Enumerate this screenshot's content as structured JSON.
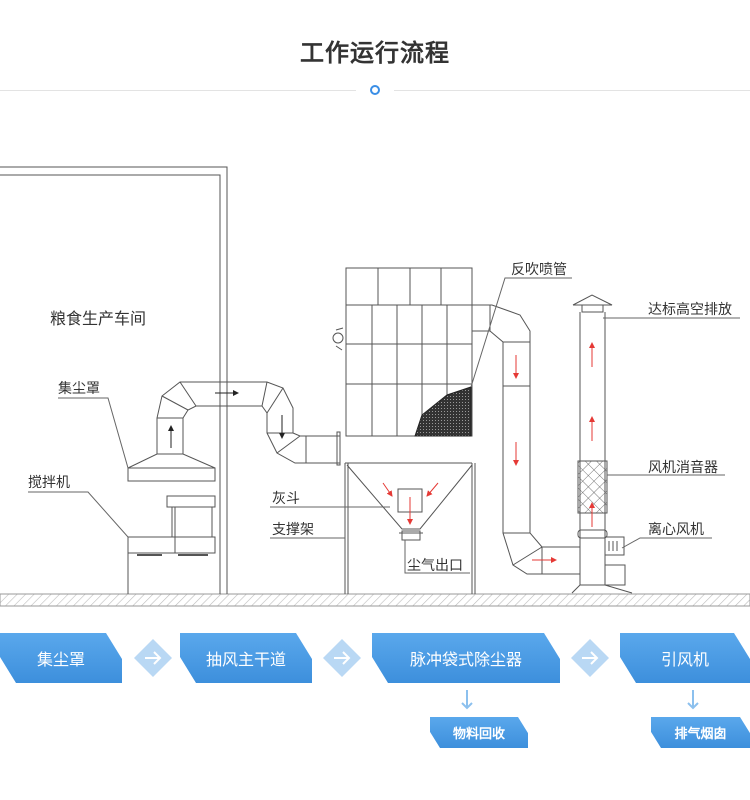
{
  "title": "工作运行流程",
  "colors": {
    "accent": "#3a8ee6",
    "box": "#4a9be4",
    "diamond": "#b9d8f4",
    "flow_red": "#e53935"
  },
  "diagram": {
    "room_label": "粮食生产车间",
    "labels": {
      "hood": "集尘罩",
      "mixer": "搅拌机",
      "ash_hopper": "灰斗",
      "support": "支撑架",
      "dust_outlet": "尘气出口",
      "blowback_pipe": "反吹喷管",
      "high_altitude_emission": "达标高空排放",
      "fan_silencer": "风机消音器",
      "centrifugal_fan": "离心风机"
    }
  },
  "flow": {
    "steps": [
      "集尘罩",
      "抽风主干道",
      "脉冲袋式除尘器",
      "引风机"
    ],
    "sub_steps": [
      "物料回收",
      "排气烟囱"
    ],
    "arrow_icon": "arrow-right-icon",
    "down_icon": "arrow-down-icon"
  }
}
